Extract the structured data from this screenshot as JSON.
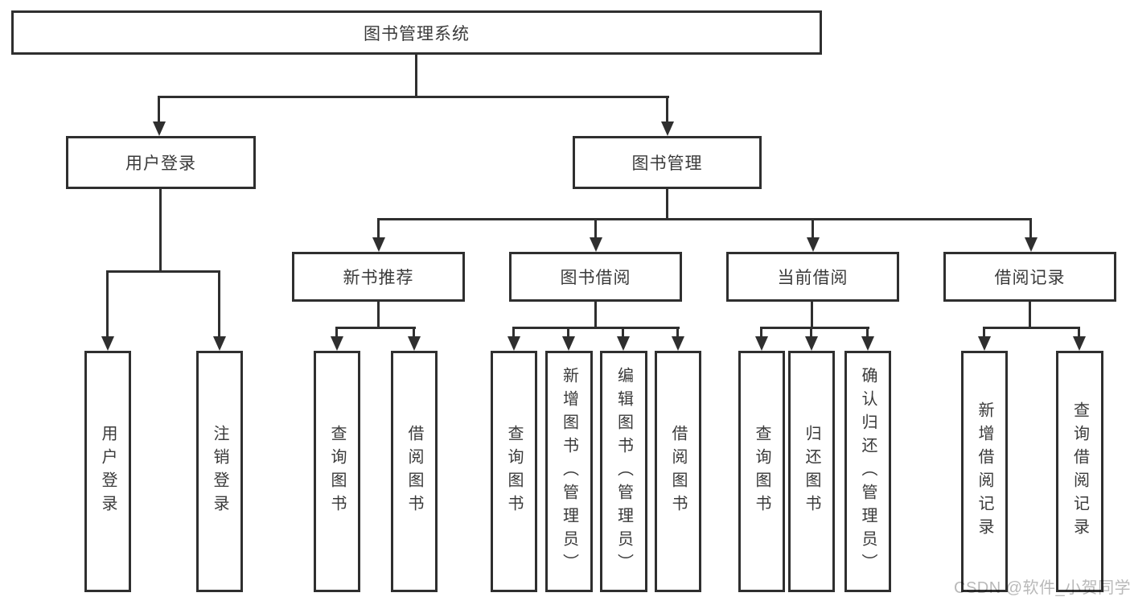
{
  "tree": {
    "root": {
      "label": "图书管理系统"
    },
    "user_login": {
      "label": "用户登录",
      "children": [
        {
          "label": "用户登录"
        },
        {
          "label": "注销登录"
        }
      ]
    },
    "book_management": {
      "label": "图书管理",
      "sections": [
        {
          "label": "新书推荐",
          "children": [
            {
              "label": "查询图书"
            },
            {
              "label": "借阅图书"
            }
          ]
        },
        {
          "label": "图书借阅",
          "children": [
            {
              "label": "查询图书"
            },
            {
              "label": "新增图书（管理员）"
            },
            {
              "label": "编辑图书（管理员）"
            },
            {
              "label": "借阅图书"
            }
          ]
        },
        {
          "label": "当前借阅",
          "children": [
            {
              "label": "查询图书"
            },
            {
              "label": "归还图书"
            },
            {
              "label": "确认归还（管理员）"
            }
          ]
        },
        {
          "label": "借阅记录",
          "children": [
            {
              "label": "新增借阅记录"
            },
            {
              "label": "查询借阅记录"
            }
          ]
        }
      ]
    }
  },
  "watermark": {
    "text": "CSDN @软件_小贺同学"
  },
  "colors": {
    "line": "#2f2f2f",
    "text": "#3a3a3a",
    "background": "#ffffff",
    "box_fill": "#ffffff",
    "watermark": "#b9b9b9"
  }
}
